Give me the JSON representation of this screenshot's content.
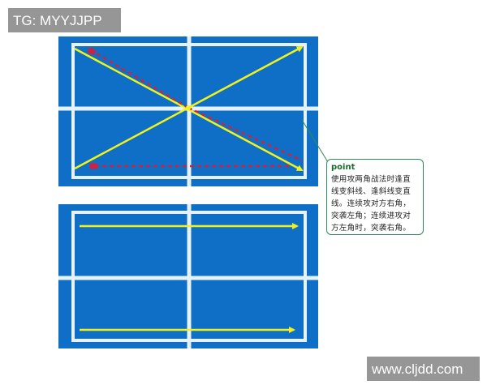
{
  "watermarks": {
    "top_left": "TG: MYYJJPP",
    "bottom_right": "www.cljdd.com"
  },
  "callout": {
    "title": "point",
    "body_lines": [
      "使用攻两角战法时逢直",
      "线变斜线、逢斜线变直",
      "线。连续攻对方右角，",
      "突袭左角；连续进攻对",
      "方左角时，突袭右角。"
    ]
  },
  "colors": {
    "court_blue": "#0f6fc6",
    "court_lines": "#e6f2fa",
    "shot_arrow": "#f2f21a",
    "feint_arrow": "#cc2244",
    "callout_border": "#2e8b57",
    "callout_title": "#1a6b2c"
  }
}
